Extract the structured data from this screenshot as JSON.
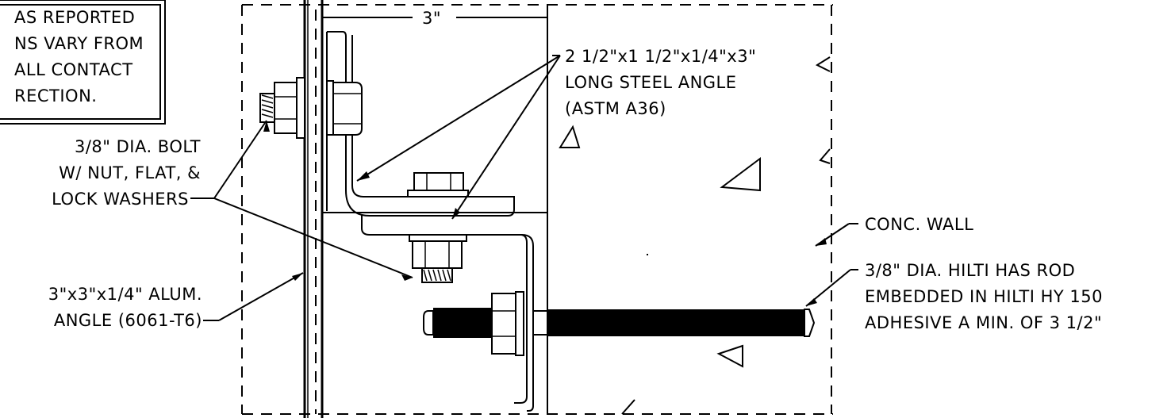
{
  "note_box": {
    "lines": [
      "AS REPORTED",
      "NS VARY FROM",
      "ALL CONTACT",
      "RECTION."
    ]
  },
  "dimension": {
    "width_label": "3\""
  },
  "labels": {
    "steel_angle": [
      "2 1/2\"x1 1/2\"x1/4\"x3\"",
      "LONG STEEL ANGLE",
      "(ASTM A36)"
    ],
    "bolt": [
      "3/8\" DIA. BOLT",
      "W/ NUT, FLAT, &",
      "LOCK WASHERS"
    ],
    "wall": [
      "CONC. WALL"
    ],
    "rod": [
      "3/8\" DIA. HILTI HAS ROD",
      "EMBEDDED IN HILTI HY 150",
      "ADHESIVE A MIN. OF 3 1/2\""
    ],
    "alum_angle": [
      "3\"x3\"x1/4\" ALUM.",
      "ANGLE (6061-T6)"
    ]
  }
}
